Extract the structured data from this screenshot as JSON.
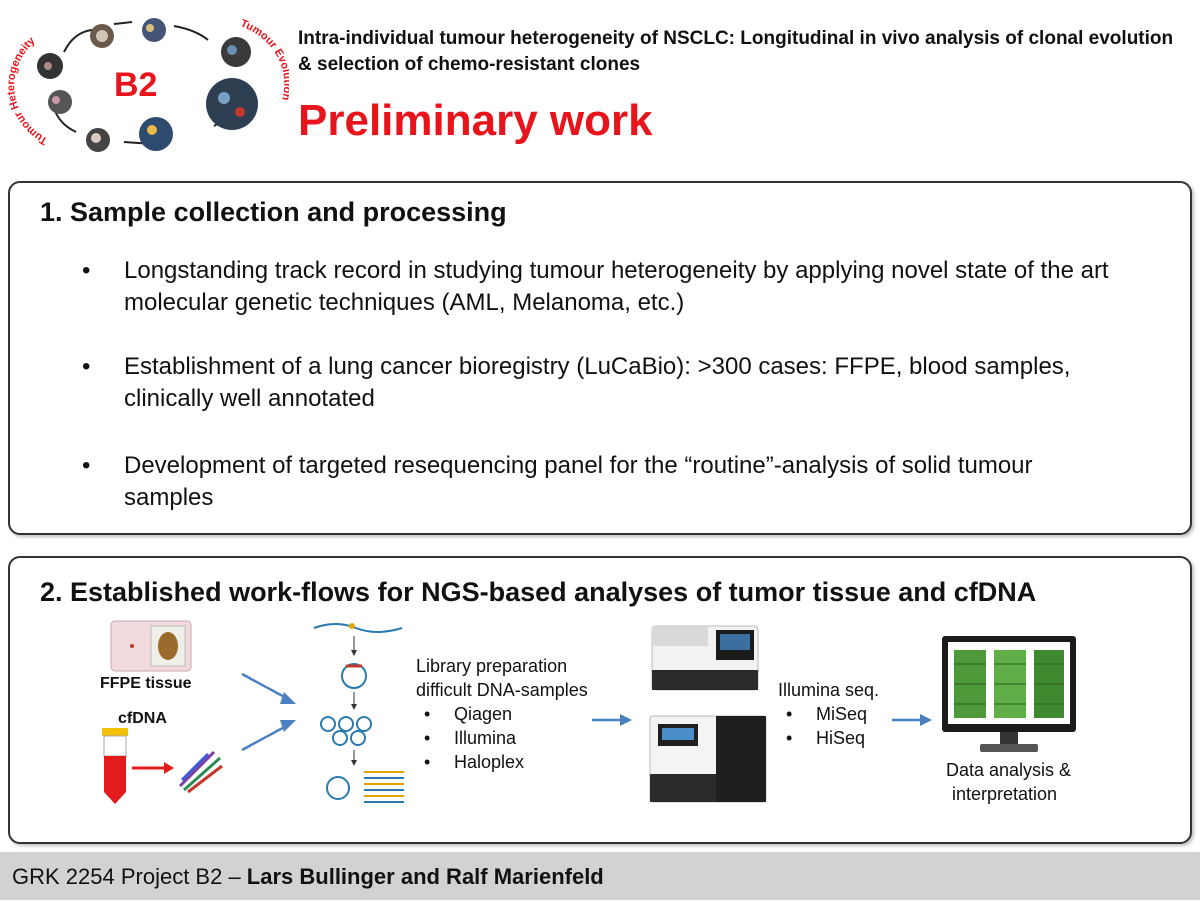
{
  "header": {
    "logo_label": "B2",
    "logo_text_left": "Tumour Heterogeneity",
    "logo_text_right": "Tumour Evolution",
    "subtitle": "Intra-individual tumour heterogeneity of NSCLC: Longitudinal in vivo analysis of clonal evolution & selection of chemo-resistant clones",
    "title": "Preliminary work"
  },
  "section1": {
    "title": "1. Sample collection and processing",
    "bullets": [
      "Longstanding track record in studying tumour heterogeneity by applying novel state of the art molecular genetic techniques (AML, Melanoma, etc.)",
      "Establishment of a lung cancer bioregistry (LuCaBio): >300 cases: FFPE, blood samples, clinically well annotated",
      "Development of targeted resequencing panel for the “routine”-analysis of solid tumour samples"
    ]
  },
  "section2": {
    "title": "2. Established work-flows for NGS-based analyses of tumor tissue and cfDNA",
    "ffpe_label": "FFPE tissue",
    "cfdna_label": "cfDNA",
    "library_line1": "Library preparation",
    "library_line2": "difficult DNA-samples",
    "library_items": [
      "Qiagen",
      "Illumina",
      "Haloplex"
    ],
    "seq_label": "Illumina seq.",
    "seq_items": [
      "MiSeq",
      "HiSeq"
    ],
    "data_line1": "Data analysis &",
    "data_line2": "interpretation"
  },
  "footer": {
    "prefix": "GRK 2254 Project B2 – ",
    "authors": "Lars Bullinger and Ralf Marienfeld"
  },
  "colors": {
    "accent_red": "#e8141b",
    "arrow_blue": "#4a7fc0",
    "footer_bg": "#d2d2d2"
  }
}
